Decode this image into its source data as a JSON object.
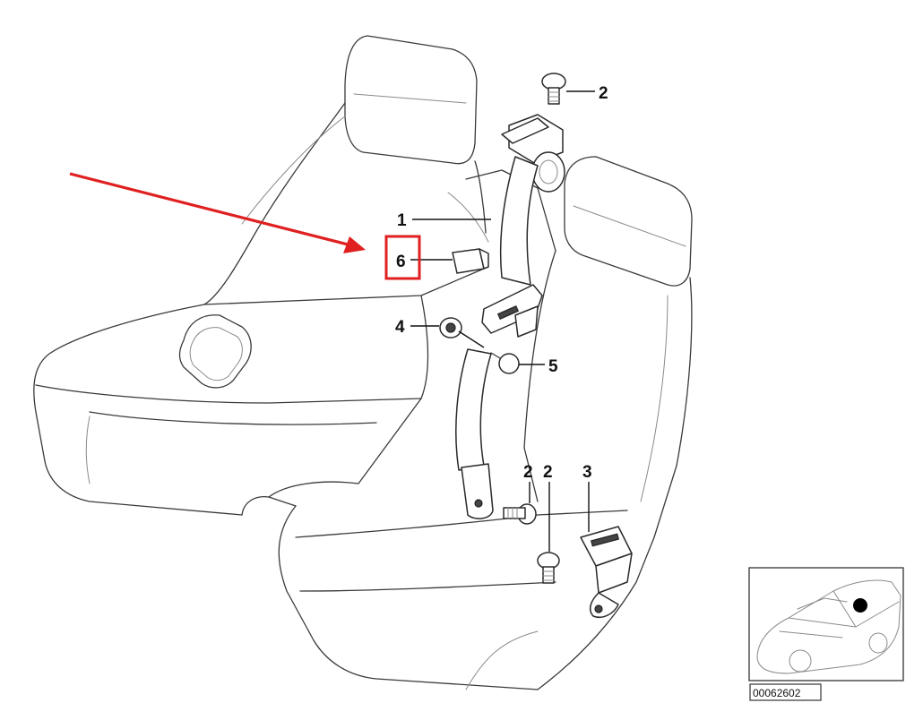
{
  "callouts": {
    "c1": "1",
    "c2_top": "2",
    "c2_left": "2",
    "c2_right": "2",
    "c3": "3",
    "c4": "4",
    "c5": "5",
    "c6": "6"
  },
  "thumbnail": {
    "code": "00062602"
  },
  "highlight": {
    "arrow_color": "#e02020",
    "box_color": "#e02020",
    "target": "6"
  }
}
